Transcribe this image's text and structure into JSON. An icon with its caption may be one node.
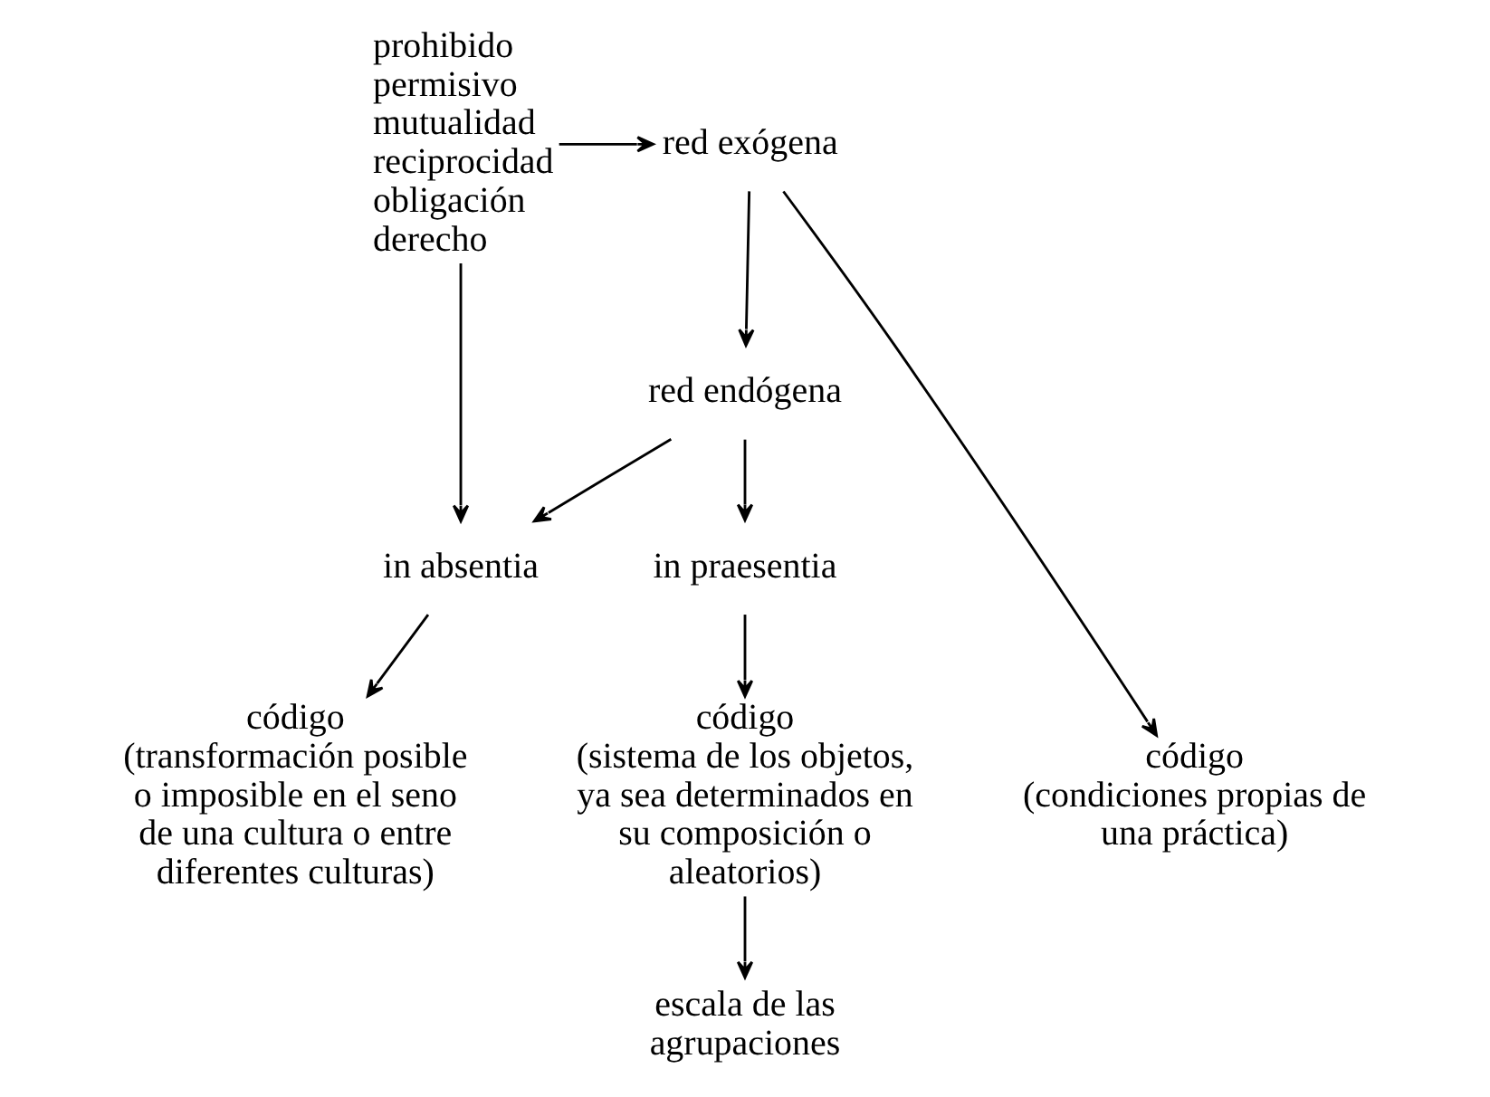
{
  "diagram": {
    "nodes": [
      {
        "text": [
          "prohibido",
          "permisivo",
          "mutualidad",
          "reciprocidad",
          "obligación",
          "derecho"
        ]
      },
      {
        "text": [
          "red exógena"
        ]
      },
      {
        "text": [
          "red endógena"
        ]
      },
      {
        "text": [
          "in absentia"
        ]
      },
      {
        "text": [
          "in praesentia"
        ]
      },
      {
        "text": [
          "código",
          "(condiciones propias de una práctica)"
        ]
      },
      {
        "text": [
          "código",
          "(sistema de los objetos, ya sea determinados en su composición o aleatorios)"
        ]
      },
      {
        "text": [
          "código",
          "(transformación posible o imposible en el seno de una cultura o entre diferentes culturas)"
        ]
      },
      {
        "text": [
          "escala de las agrupaciones"
        ]
      }
    ],
    "edges": [
      {
        "from": 0,
        "to": 1,
        "arrow": "to"
      },
      {
        "from": 1,
        "to": 2,
        "arrow": "to"
      },
      {
        "from": 1,
        "to": 5,
        "arrow": "to"
      },
      {
        "from": 0,
        "to": 3,
        "arrow": "to"
      },
      {
        "from": 2,
        "to": 4,
        "arrow": "to"
      },
      {
        "from": 2,
        "to": 3,
        "arrow": "to"
      },
      {
        "from": 4,
        "to": 6,
        "arrow": "to"
      },
      {
        "from": 3,
        "to": 7,
        "arrow": "to"
      },
      {
        "from": 6,
        "to": 8,
        "arrow": "to"
      }
    ]
  }
}
